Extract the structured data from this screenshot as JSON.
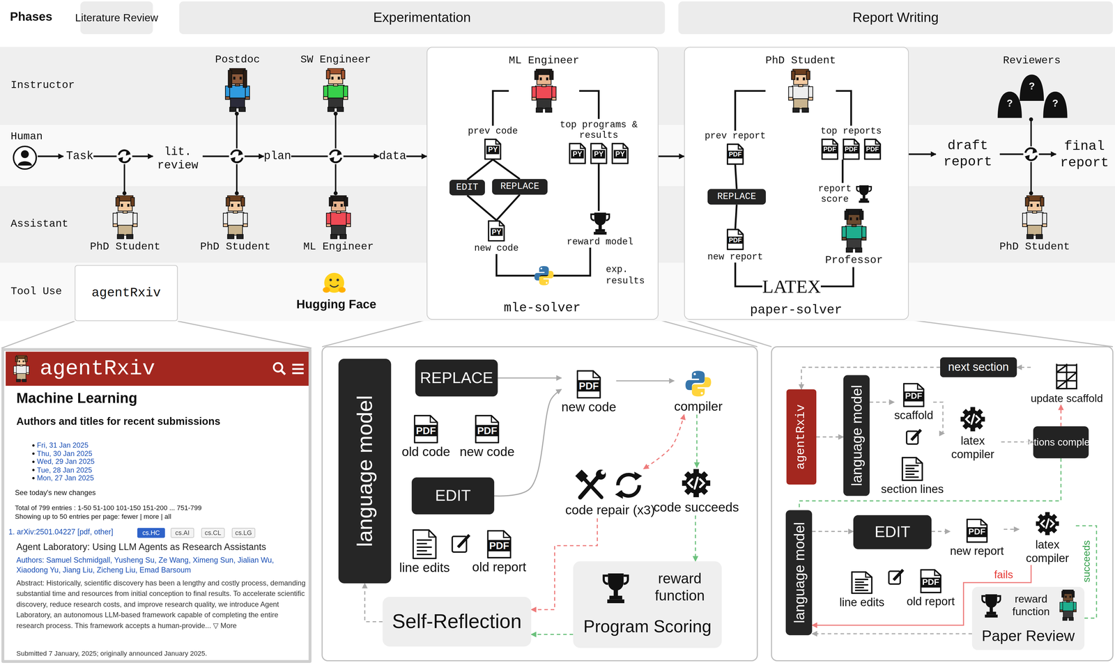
{
  "diagram": {
    "nodes": [
      {
        "text": [
          "Literature Review"
        ]
      },
      {
        "text": [
          "Experimentation"
        ]
      },
      {
        "text": [
          "Report Writing"
        ]
      },
      {
        "text": [
          "Instructor"
        ]
      },
      {
        "text": [
          "Human"
        ]
      },
      {
        "text": [
          "Assistant"
        ]
      },
      {
        "text": [
          "Tool Use"
        ]
      },
      {
        "text": [
          "Task"
        ],
        "in": 4
      },
      {
        "text": [
          "lit. review"
        ],
        "in": 4
      },
      {
        "text": [
          "plan"
        ],
        "in": 4
      },
      {
        "text": [
          "data"
        ],
        "in": 4
      },
      {
        "text": [
          "Postdoc"
        ],
        "in": 3
      },
      {
        "text": [
          "SW Engineer"
        ],
        "in": 3
      },
      {
        "text": [
          "PhD Student"
        ],
        "in": 5
      },
      {
        "text": [
          "PhD Student"
        ],
        "in": 5
      },
      {
        "text": [
          "ML Engineer"
        ],
        "in": 5
      },
      {
        "text": [
          "agentRxiv"
        ],
        "in": 6
      },
      {
        "text": [
          "mle-solver"
        ]
      },
      {
        "text": [
          "ML Engineer"
        ],
        "in": 17
      },
      {
        "text": [
          "prev code",
          "PY"
        ],
        "in": 17
      },
      {
        "text": [
          "EDIT"
        ],
        "in": 17
      },
      {
        "text": [
          "REPLACE"
        ],
        "in": 17
      },
      {
        "text": [
          "PY",
          "new code"
        ],
        "in": 17
      },
      {
        "text": [
          "top programs & results",
          "PY",
          "PY",
          "PY"
        ],
        "in": 17
      },
      {
        "text": [
          "reward model"
        ],
        "in": 17
      },
      {
        "text": [
          "paper-solver"
        ]
      },
      {
        "text": [
          "PhD Student"
        ],
        "in": 25
      },
      {
        "text": [
          "prev report",
          "PDF"
        ],
        "in": 25
      },
      {
        "text": [
          "REPLACE"
        ],
        "in": 25
      },
      {
        "text": [
          "PDF",
          "new report"
        ],
        "in": 25
      },
      {
        "text": [
          "LATEX"
        ],
        "in": 25
      },
      {
        "text": [
          "top reports",
          "PDF",
          "PDF",
          "PDF"
        ],
        "in": 25
      },
      {
        "text": [
          "report score"
        ],
        "in": 25
      },
      {
        "text": [
          "Professor"
        ],
        "in": 25
      },
      {
        "text": [
          "Reviewers"
        ],
        "in": 3
      },
      {
        "text": [
          "draft report"
        ],
        "in": 4
      },
      {
        "text": [
          "final report"
        ],
        "in": 4
      },
      {
        "text": [
          "PhD Student"
        ],
        "in": 5
      },
      {
        "text": [
          "Machine Learning",
          "Authors and titles for recent submissions"
        ]
      },
      {
        "text": [
          "agentRxiv"
        ],
        "in": 38
      },
      {
        "text": [
          "cs.HC"
        ],
        "in": 38
      },
      {
        "text": [
          "cs.AI"
        ],
        "in": 38
      },
      {
        "text": [
          "cs.CL"
        ],
        "in": 38
      },
      {
        "text": [
          "cs.LG"
        ],
        "in": 38
      },
      {
        "text": [
          "language model"
        ]
      },
      {
        "text": [
          "REPLACE"
        ]
      },
      {
        "text": [
          "PDF",
          "old code"
        ]
      },
      {
        "text": [
          "PDF",
          "new code"
        ]
      },
      {
        "text": [
          "EDIT"
        ]
      },
      {
        "text": [
          "line edits"
        ]
      },
      {
        "text": [
          "PDF",
          "old report"
        ]
      },
      {
        "text": [
          "PDF",
          "new code"
        ]
      },
      {
        "text": [
          "compiler"
        ]
      },
      {
        "text": [
          "code repair (x3)"
        ]
      },
      {
        "text": [
          "code succeeds"
        ]
      },
      {
        "text": [
          "reward function",
          "Program Scoring"
        ]
      },
      {
        "text": [
          "Self-Reflection"
        ]
      },
      {
        "text": [
          "agentRxiv"
        ]
      },
      {
        "text": [
          "language model"
        ]
      },
      {
        "text": [
          "PDF",
          "scaffold"
        ]
      },
      {
        "text": [
          "section lines"
        ]
      },
      {
        "text": [
          "latex compiler"
        ]
      },
      {
        "text": [
          "next section"
        ]
      },
      {
        "text": [
          "update scaffold"
        ]
      },
      {
        "text": [
          "sections complete?"
        ]
      },
      {
        "text": [
          "language model"
        ]
      },
      {
        "text": [
          "EDIT"
        ]
      },
      {
        "text": [
          "PDF",
          "new report"
        ]
      },
      {
        "text": [
          "latex compiler"
        ]
      },
      {
        "text": [
          "line edits"
        ]
      },
      {
        "text": [
          "PDF",
          "old report"
        ]
      },
      {
        "text": [
          "reward function",
          "Paper Review"
        ]
      }
    ],
    "edges": [
      {
        "from": 7,
        "to": 8,
        "arrow": "to"
      },
      {
        "from": 8,
        "to": 9,
        "arrow": "to"
      },
      {
        "from": 9,
        "to": 10,
        "arrow": "to"
      },
      {
        "from": 10,
        "to": 17,
        "arrow": "to"
      },
      {
        "from": 17,
        "to": 25,
        "arrow": "to"
      },
      {
        "from": 25,
        "to": 35,
        "arrow": "to"
      },
      {
        "from": 35,
        "to": 36,
        "arrow": "to"
      },
      {
        "from": 18,
        "to": 19,
        "arrow": "none"
      },
      {
        "from": 19,
        "to": 20,
        "arrow": "none"
      },
      {
        "from": 19,
        "to": 21,
        "arrow": "none"
      },
      {
        "from": 20,
        "to": 22,
        "arrow": "none"
      },
      {
        "from": 21,
        "to": 22,
        "arrow": "none"
      },
      {
        "from": 22,
        "to": 24,
        "arrow": "none"
      },
      {
        "from": 24,
        "to": 23,
        "arrow": "none"
      },
      {
        "from": 23,
        "to": 18,
        "arrow": "none"
      },
      {
        "from": 26,
        "to": 27,
        "arrow": "none"
      },
      {
        "from": 27,
        "to": 28,
        "arrow": "none"
      },
      {
        "from": 28,
        "to": 29,
        "arrow": "none"
      },
      {
        "from": 29,
        "to": 30,
        "arrow": "none"
      },
      {
        "from": 30,
        "to": 33,
        "arrow": "none"
      },
      {
        "from": 32,
        "to": 31,
        "arrow": "none"
      },
      {
        "from": 31,
        "to": 26,
        "arrow": "none"
      },
      {
        "from": 45,
        "to": 51,
        "arrow": "to"
      },
      {
        "from": 48,
        "to": 51,
        "arrow": "to"
      },
      {
        "from": 51,
        "to": 52,
        "arrow": "to"
      },
      {
        "from": 52,
        "to": 54,
        "arrow": "to"
      },
      {
        "from": 52,
        "to": 53,
        "arrow": "both"
      },
      {
        "from": 54,
        "to": 55,
        "arrow": "to"
      },
      {
        "from": 53,
        "to": 56,
        "arrow": "to"
      },
      {
        "from": 55,
        "to": 56,
        "arrow": "to"
      },
      {
        "from": 56,
        "to": 44,
        "arrow": "to"
      },
      {
        "from": 62,
        "to": 57,
        "arrow": "to"
      },
      {
        "from": 57,
        "to": 58,
        "arrow": "to"
      },
      {
        "from": 58,
        "to": 59,
        "arrow": "to"
      },
      {
        "from": 59,
        "to": 61,
        "arrow": "to"
      },
      {
        "from": 61,
        "to": 64,
        "arrow": "to"
      },
      {
        "from": 64,
        "to": 63,
        "arrow": "to"
      },
      {
        "from": 63,
        "to": 62,
        "arrow": "to"
      },
      {
        "from": 64,
        "to": 65,
        "arrow": "none"
      },
      {
        "from": 65,
        "to": 66,
        "arrow": "to"
      },
      {
        "from": 66,
        "to": 67,
        "arrow": "to"
      },
      {
        "from": 67,
        "to": 68,
        "arrow": "to"
      },
      {
        "from": 68,
        "to": 71,
        "arrow": "none"
      },
      {
        "from": 68,
        "to": 65,
        "arrow": "to"
      },
      {
        "from": 71,
        "to": 65,
        "arrow": "to"
      }
    ],
    "labels": [
      "Phases",
      "exp. results",
      "Hugging Face",
      "?",
      "?",
      "?",
      "Fri, 31 Jan 2025",
      "Thu, 30 Jan 2025",
      "Wed, 29 Jan 2025",
      "Tue, 28 Jan 2025",
      "Mon, 27 Jan 2025",
      "See today's new changes",
      "Total of 799 entries : 1-50 51-100 101-150 151-200 ... 751-799",
      "Showing up to 50 entries per page: fewer | more | all",
      "1. arXiv:2501.04227 [pdf, other]",
      "Agent Laboratory: Using LLM Agents as Research Assistants",
      "Authors: Samuel Schmidgall, Yusheng Su, Ze Wang, Ximeng Sun, Jialian Wu, Xiaodong Yu, Jiang Liu, Zicheng Liu, Emad Barsoum",
      "Abstract: Historically, scientific discovery has been a lengthy and costly process, demanding substantial time and resources from initial conception to final results. To accelerate scientific discovery, reduce research costs, and improve research quality, we introduce Agent Laboratory, an autonomous LLM-based framework capable of completing the entire research process. This framework accepts a human-provide... ▽ More",
      "Submitted 7 January, 2025; originally announced January 2025.",
      "fails",
      "succeeds"
    ]
  }
}
